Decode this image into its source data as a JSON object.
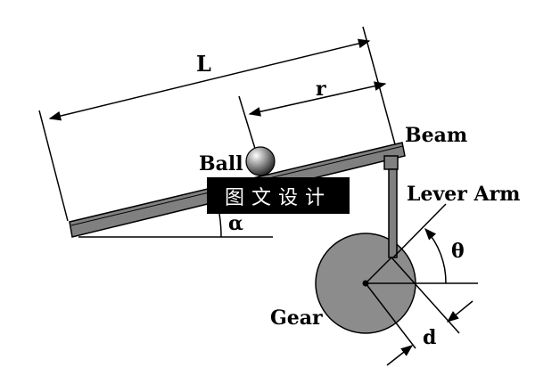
{
  "labels": {
    "length": "L",
    "ball_position": "r",
    "ball": "Ball",
    "beam": "Beam",
    "beam_angle": "α",
    "lever_arm": "Lever Arm",
    "gear_angle": "θ",
    "gear": "Gear",
    "gear_offset": "d"
  },
  "watermark": "图文设计",
  "colors": {
    "beam_fill": "#808080",
    "gear_fill": "#8c8c8c",
    "line": "#000000"
  }
}
